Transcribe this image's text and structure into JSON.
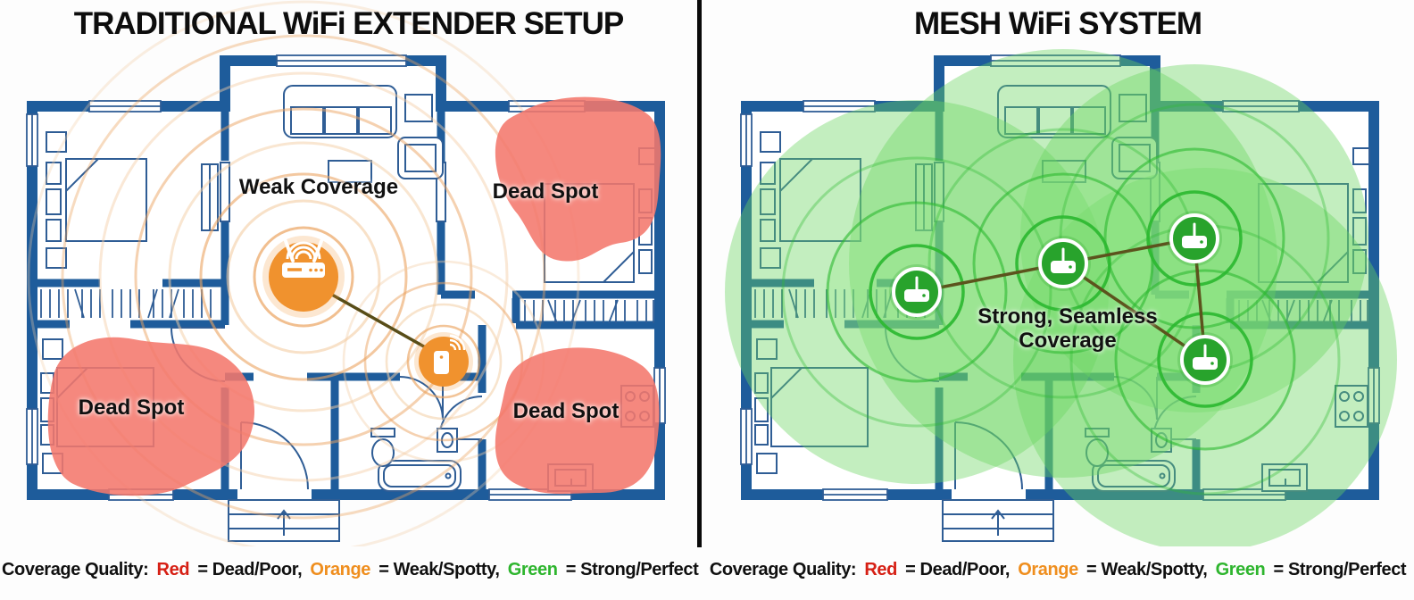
{
  "left_panel": {
    "title": "TRADITIONAL WiFi EXTENDER SETUP",
    "weak_coverage_label": "Weak Coverage",
    "dead_spots": {
      "top_right": "Dead Spot",
      "bottom_left": "Dead Spot",
      "bottom_right": "Dead Spot"
    },
    "icons": {
      "router": "wifi-router-icon",
      "extender": "wifi-extender-icon"
    }
  },
  "right_panel": {
    "title": "MESH WiFi SYSTEM",
    "coverage_label": {
      "line1": "Strong, Seamless",
      "line2": "Coverage"
    },
    "icons": {
      "mesh_node": "mesh-node-icon"
    }
  },
  "legend": {
    "prefix": "Coverage Quality:",
    "red": {
      "label": "Red",
      "text": "= Dead/Poor,"
    },
    "orange": {
      "label": "Orange",
      "text": "= Weak/Spotty,"
    },
    "green": {
      "label": "Green",
      "text": "= Strong/Perfect"
    }
  },
  "colors": {
    "wall_blue": "#1e5c9b",
    "dead_spot_red": "#f4786c",
    "router_orange": "#f0922e",
    "mesh_green": "#28a32c",
    "legend_red": "#d62015",
    "legend_orange": "#ef8e1e",
    "legend_green": "#2eb52e"
  }
}
